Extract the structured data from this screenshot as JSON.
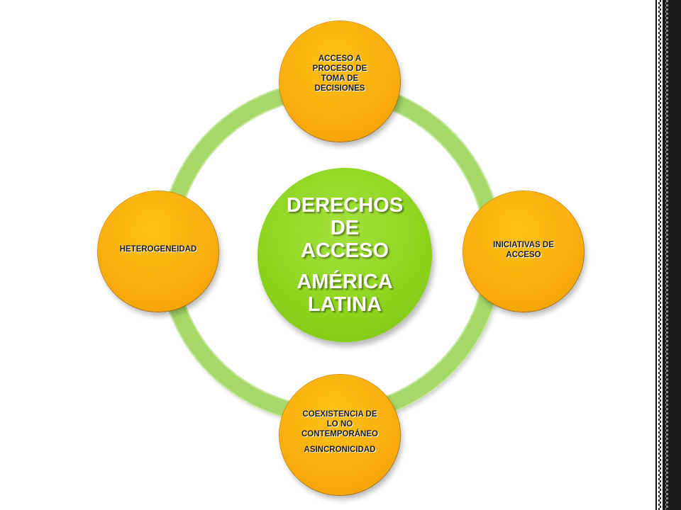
{
  "diagram": {
    "center": {
      "line1": "DERECHOS DE ACCESO",
      "line2": "AMÉRICA LATINA"
    },
    "nodes": {
      "top": "ACCESO A PROCESO DE TOMA DE DECISIONES",
      "right": "INICIATIVAS DE ACCESO",
      "bottom_line1": "COEXISTENCIA DE LO NO CONTEMPORÁNEO",
      "bottom_line2": "ASINCRONICIDAD",
      "left": "HETEROGENEIDAD"
    }
  },
  "colors": {
    "ring": "#a6d86a",
    "center_fill": "#8fd51f",
    "node_fill": "#f9ad0c",
    "frame_edge": "#1a1a1a"
  }
}
